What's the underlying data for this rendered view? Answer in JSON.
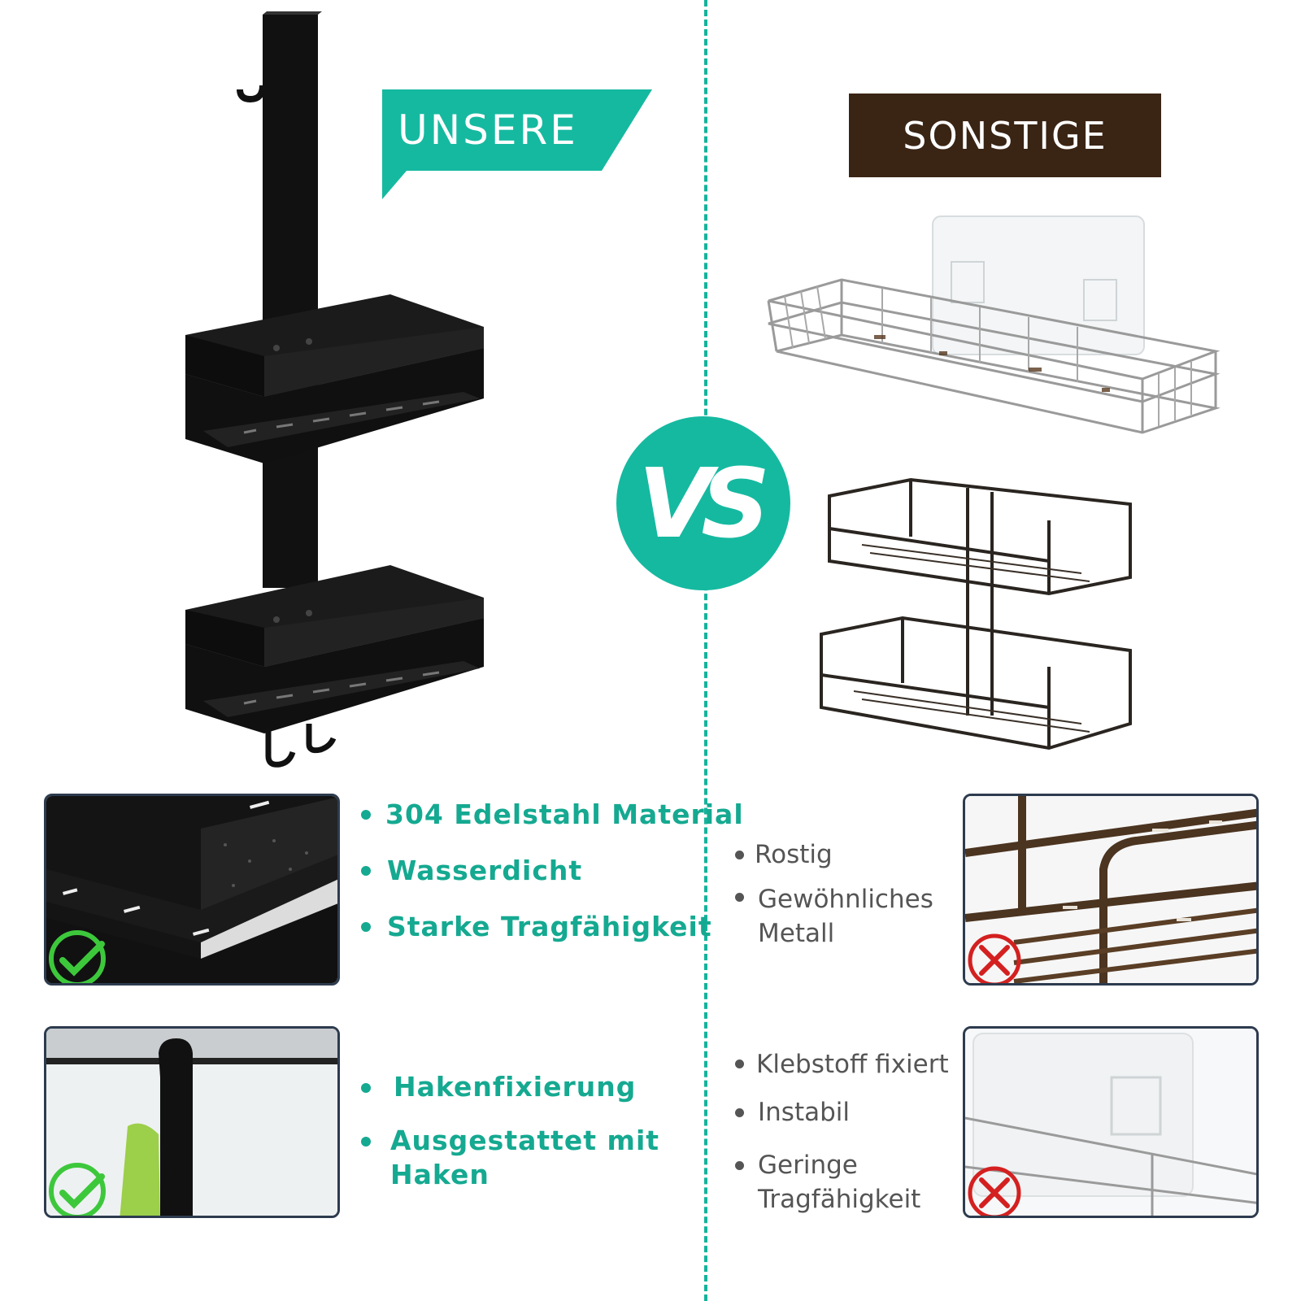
{
  "left_column": {
    "label": "UNSERE",
    "features_group1": [
      "304 Edelstahl Material",
      "Wasserdicht",
      "Starke Tragfähigkeit"
    ],
    "features_group2": [
      "Hakenfixierung",
      "Ausgestattet mit",
      "Haken"
    ]
  },
  "right_column": {
    "label": "SONSTIGE",
    "cons_group1": [
      "Rostig",
      "Gewöhnliches",
      "Metall"
    ],
    "cons_group2": [
      "Klebstoff fixiert",
      "Instabil",
      "Geringe",
      "Tragfähigkeit"
    ]
  },
  "center": {
    "vs_label": "VS"
  },
  "colors": {
    "accent_teal": "#15b9a0",
    "dark_brown": "#3a2414",
    "check_green": "#3dc83c",
    "cross_red": "#d42020"
  },
  "icons": [
    "check-icon",
    "cross-icon"
  ]
}
